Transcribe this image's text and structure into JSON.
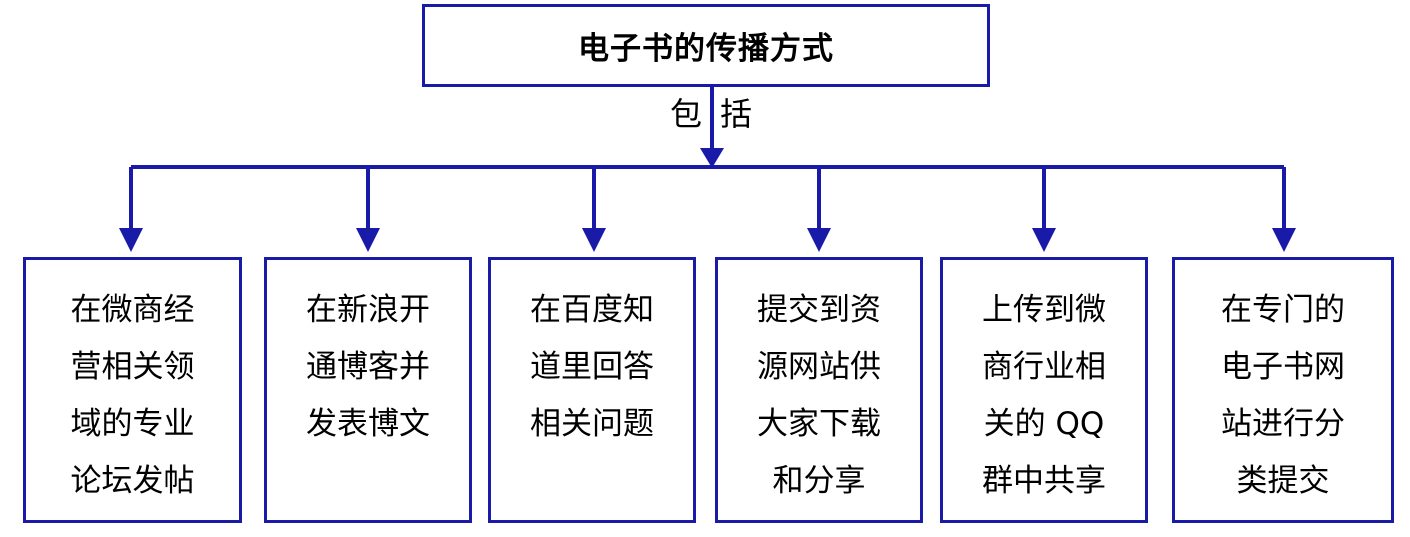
{
  "colors": {
    "stroke": "#1a1aa8",
    "text": "#000000",
    "background": "#ffffff"
  },
  "root": {
    "label": "电子书的传播方式"
  },
  "relation": {
    "char1": "包",
    "char2": "括"
  },
  "children": [
    {
      "lines": [
        "在微商经",
        "营相关领",
        "域的专业",
        "论坛发帖"
      ]
    },
    {
      "lines": [
        "在新浪开",
        "通博客并",
        "发表博文"
      ]
    },
    {
      "lines": [
        "在百度知",
        "道里回答",
        "相关问题"
      ]
    },
    {
      "lines": [
        "提交到资",
        "源网站供",
        "大家下载",
        "和分享"
      ]
    },
    {
      "lines": [
        "上传到微",
        "商行业相",
        "关的 QQ",
        "群中共享"
      ]
    },
    {
      "lines": [
        "在专门的",
        "电子书网",
        "站进行分",
        "类提交"
      ]
    }
  ]
}
